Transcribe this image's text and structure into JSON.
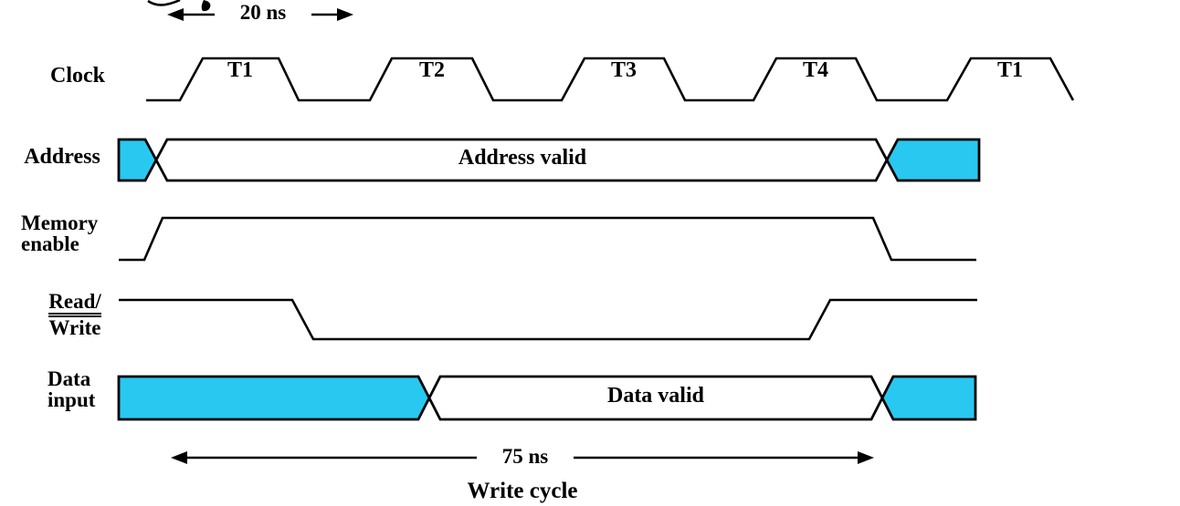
{
  "signals": {
    "clock": {
      "label": "Clock",
      "phases": [
        "T1",
        "T2",
        "T3",
        "T4",
        "T1"
      ]
    },
    "address": {
      "label": "Address",
      "valid_text": "Address valid"
    },
    "memory_enable": {
      "label_line1": "Memory",
      "label_line2": "enable"
    },
    "read_write": {
      "label_line1": "Read/",
      "label_line2": "Write"
    },
    "data_input": {
      "label_line1": "Data",
      "label_line2": "input",
      "valid_text": "Data valid"
    }
  },
  "measurements": {
    "clock_period": "20 ns",
    "cycle_time": "75 ns",
    "cycle_label": "Write cycle"
  },
  "colors": {
    "bus_fill": "#29C8F0",
    "line": "#000000"
  }
}
